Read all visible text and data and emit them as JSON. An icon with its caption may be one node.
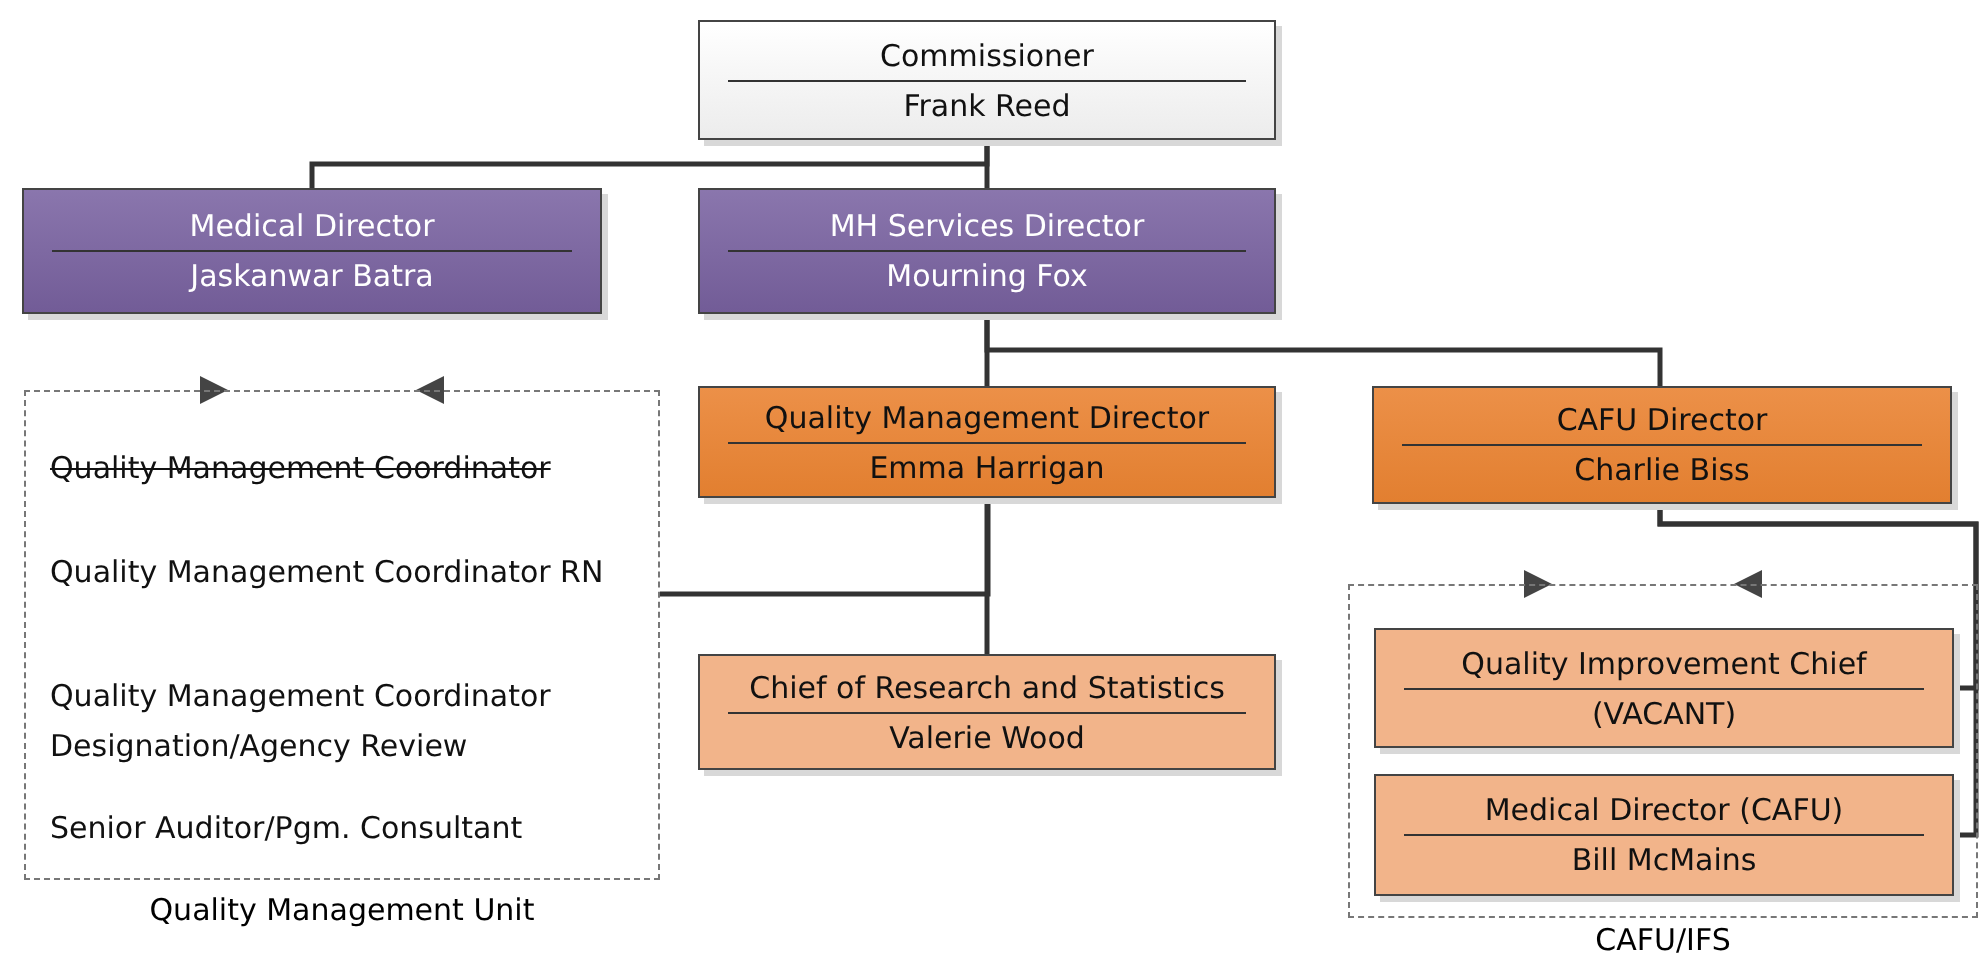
{
  "diagram": {
    "nodes": [
      {
        "text": [
          "Commissioner",
          "Frank Reed"
        ]
      },
      {
        "text": [
          "Medical Director",
          "Jaskanwar Batra"
        ]
      },
      {
        "text": [
          "MH Services Director",
          "Mourning Fox"
        ]
      },
      {
        "text": [
          "Quality Management Unit"
        ]
      },
      {
        "text": [
          "Quality Management Coordinator"
        ],
        "in": 3
      },
      {
        "text": [
          "Quality Management Coordinator RN"
        ],
        "in": 3
      },
      {
        "text": [
          "Quality Management Coordinator Designation/Agency Review"
        ],
        "in": 3
      },
      {
        "text": [
          "Senior Auditor/Pgm. Consultant"
        ],
        "in": 3
      },
      {
        "text": [
          "Quality Management Director",
          "Emma Harrigan"
        ]
      },
      {
        "text": [
          "CAFU Director",
          "Charlie Biss"
        ]
      },
      {
        "text": [
          "Chief of Research and Statistics",
          "Valerie Wood"
        ]
      },
      {
        "text": [
          "CAFU/IFS"
        ]
      },
      {
        "text": [
          "Quality Improvement Chief",
          "(VACANT)"
        ],
        "in": 11
      },
      {
        "text": [
          "Medical Director (CAFU)",
          "Bill McMains"
        ],
        "in": 11
      }
    ],
    "edges": [
      {
        "from": 0,
        "to": 1,
        "arrow": "none"
      },
      {
        "from": 0,
        "to": 2,
        "arrow": "none"
      },
      {
        "from": 2,
        "to": 8,
        "arrow": "none"
      },
      {
        "from": 2,
        "to": 9,
        "arrow": "none"
      },
      {
        "from": 8,
        "to": 3,
        "arrow": "none"
      },
      {
        "from": 8,
        "to": 10,
        "arrow": "none"
      },
      {
        "from": 9,
        "to": 12,
        "arrow": "none"
      },
      {
        "from": 9,
        "to": 13,
        "arrow": "none"
      }
    ]
  }
}
